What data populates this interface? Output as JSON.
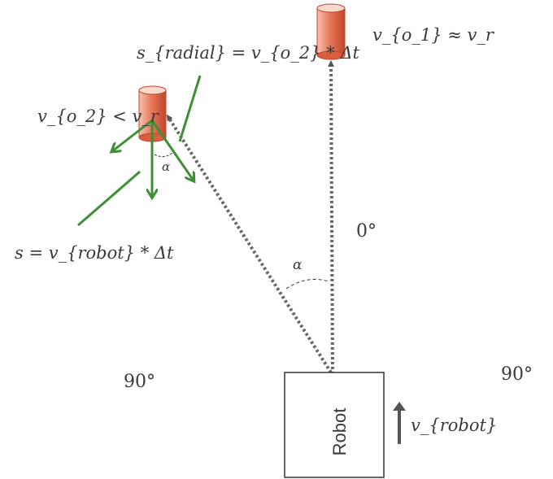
{
  "labels": {
    "vo1_approx_vr": "v_{o_1} ≈ v_r",
    "s_radial": "s_{radial} = v_{o_2} * Δt",
    "vo2_lt_vr": "v_{o_2} < v_r",
    "alpha_small": "α",
    "alpha_main": "α",
    "s_robot": "s = v_{robot} * Δt",
    "zero_deg": "0°",
    "ninety_left": "90°",
    "ninety_right": "90°",
    "robot": "Robot",
    "v_robot": "v_{robot}"
  },
  "colors": {
    "cylinder_light": "#f3b8a3",
    "cylinder_dark": "#c8482e",
    "cylinder_top": "#f9d9cd",
    "arrow_green": "#3f8f35",
    "dotted_gray": "#666666",
    "robot_box": "#333333",
    "v_arrow": "#555555"
  }
}
